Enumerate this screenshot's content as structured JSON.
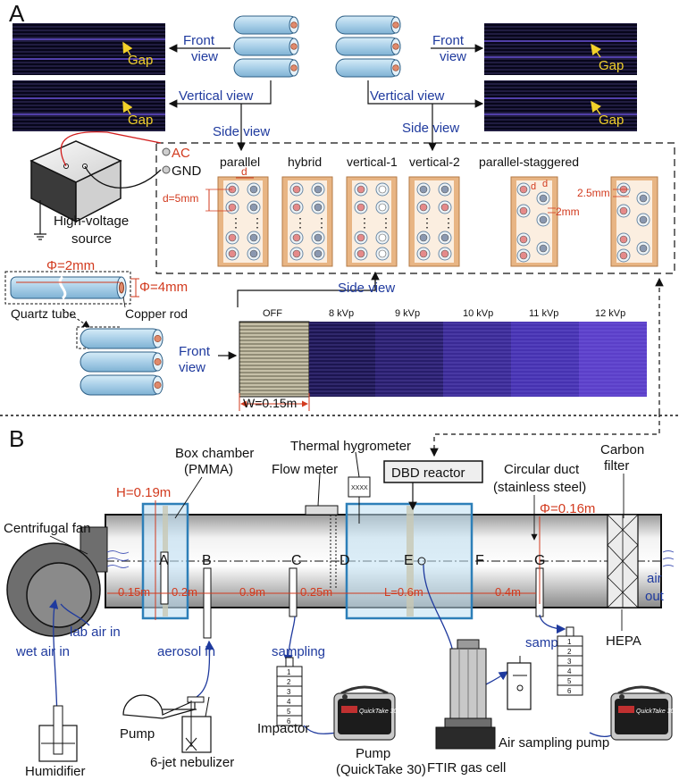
{
  "panel_a": {
    "label": "A",
    "front_view_left": [
      "Front",
      "view"
    ],
    "front_view_right": [
      "Front",
      "view"
    ],
    "vertical_view_left": "Vertical view",
    "vertical_view_right": "Vertical view",
    "side_view_left": "Side view",
    "side_view_right": "Side view",
    "gap": "Gap",
    "ac": "AC",
    "gnd": "GND",
    "hv_source": [
      "High-voltage",
      "source"
    ],
    "configs": [
      "parallel",
      "hybrid",
      "vertical-1",
      "vertical-2",
      "parallel-staggered"
    ],
    "dim_d": "d",
    "dim_d5": "d=5mm",
    "dim_25": "2.5mm",
    "dim_2mm": "2mm",
    "phi_2": "Φ=2mm",
    "phi_4": "Φ=4mm",
    "quartz_tube": "Quartz tube",
    "copper_rod": "Copper rod",
    "side_view_lower": "Side view",
    "front_view_lower": [
      "Front",
      "view"
    ],
    "voltages": [
      "OFF",
      "8 kVp",
      "9 kVp",
      "10 kVp",
      "11 kVp",
      "12 kVp"
    ],
    "width": "W=0.15m"
  },
  "panel_b": {
    "label": "B",
    "box_chamber": [
      "Box chamber",
      "(PMMA)"
    ],
    "thermal_hygrometer": "Thermal hygrometer",
    "flow_meter": "Flow meter",
    "dbd_reactor": "DBD reactor",
    "circular_duct": [
      "Circular duct",
      "(stainless steel)"
    ],
    "carbon_filter": [
      "Carbon",
      "filter"
    ],
    "h": "H=0.19m",
    "phi_duct": "Φ=0.16m",
    "centrifugal_fan": "Centrifugal fan",
    "points": [
      "A",
      "B",
      "C",
      "D",
      "E",
      "F",
      "G"
    ],
    "seg_015": "0.15m",
    "seg_02": "0.2m",
    "seg_09": "0.9m",
    "seg_025": "0.25m",
    "seg_06": "L=0.6m",
    "seg_04": "0.4m",
    "air_out": [
      "air",
      "out"
    ],
    "hepa": "HEPA",
    "lab_air_in": "lab air in",
    "wet_air_in": "wet air in",
    "aerosol_in": "aerosol in",
    "sampling_left": "sampling",
    "sampling_right": "sampling",
    "pump": "Pump",
    "jet_nebulizer": "6-jet nebulizer",
    "humidifier": "Humidifier",
    "impactor": "Impactor",
    "pump_quicktake": [
      "Pump",
      "(QuickTake 30)"
    ],
    "ftir": "FTIR gas cell",
    "air_sampling_pump": "Air sampling pump",
    "quicktake_label": "QuickTake 30",
    "stage_numbers": [
      "1",
      "2",
      "3",
      "4",
      "5",
      "6"
    ],
    "xxxx": "XXXX"
  },
  "colors": {
    "tube_blue": "#a9cfe8",
    "label_blue": "#1f3a9e",
    "dim_red": "#d23a1e",
    "panel_tan": "#e8b584",
    "plasma_purple": "#5b3fc8",
    "gap_yellow": "#f2d12a",
    "chamber_blue": "#bfe0f3"
  }
}
